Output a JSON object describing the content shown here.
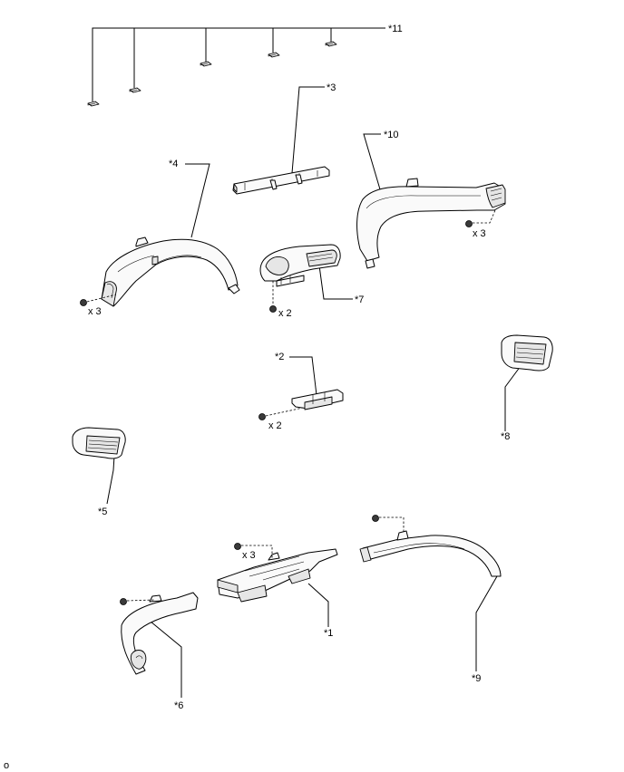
{
  "callouts": {
    "c1": "*1",
    "c2": "*2",
    "c3": "*3",
    "c4": "*4",
    "c5": "*5",
    "c6": "*6",
    "c7": "*7",
    "c8": "*8",
    "c9": "*9",
    "c10": "*10",
    "c11": "*11"
  },
  "quantities": {
    "q4": "x 3",
    "q7": "x 2",
    "q10": "x 3",
    "q2": "x 2",
    "q1": "x 3"
  },
  "corner_mark": "o"
}
